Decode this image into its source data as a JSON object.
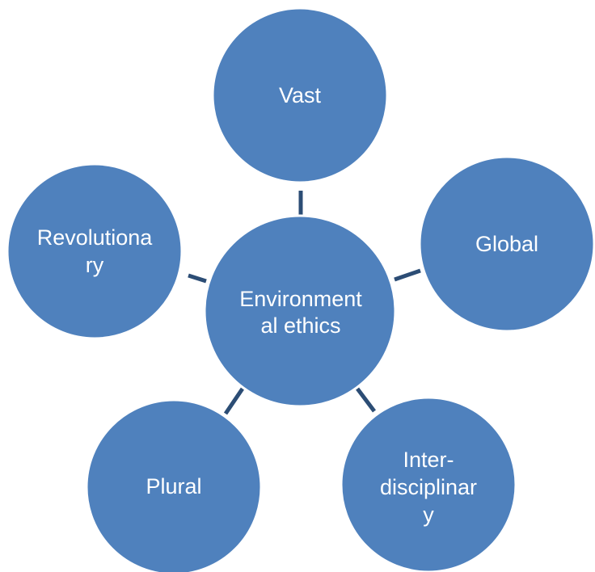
{
  "diagram": {
    "center": {
      "line1": "Environment",
      "line2": "al ethics"
    },
    "nodes": {
      "vast": {
        "line1": "Vast"
      },
      "global": {
        "line1": "Global"
      },
      "interdisciplinary": {
        "line1": "Inter-",
        "line2": "disciplinar",
        "line3": "y"
      },
      "plural": {
        "line1": "Plural"
      },
      "revolutionary": {
        "line1": "Revolutiona",
        "line2": "ry"
      }
    },
    "colors": {
      "node_fill": "#4f81bd",
      "node_stroke": "#ffffff",
      "connector": "#2c4d75",
      "label_text": "#ffffff"
    }
  }
}
